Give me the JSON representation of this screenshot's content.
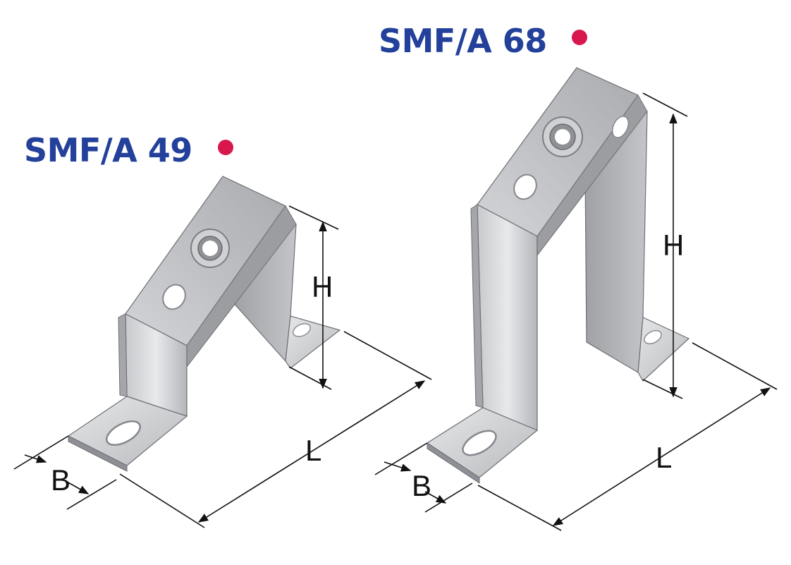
{
  "colors": {
    "title": "#23409a",
    "marker": "#d8174f",
    "metal_light": "#e4e5e7",
    "metal_mid": "#b9bbbf",
    "metal_dark": "#8e9095",
    "line": "#1a1a1a"
  },
  "products": [
    {
      "name": "SMF/A 49",
      "dimensions": {
        "height": "H",
        "length": "L",
        "width": "B"
      }
    },
    {
      "name": "SMF/A 68",
      "dimensions": {
        "height": "H",
        "length": "L",
        "width": "B"
      }
    }
  ]
}
